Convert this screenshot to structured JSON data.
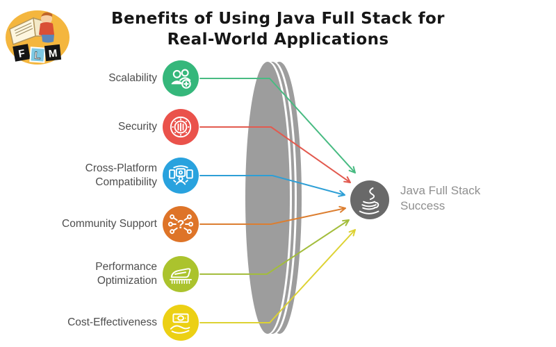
{
  "logo": {
    "name": "FLM reading-child logo",
    "letters": [
      "F",
      "L",
      "M"
    ],
    "circle_color": "#f4b63e"
  },
  "title": {
    "line1": "Benefits of Using Java Full Stack for",
    "line2": "Real-World Applications"
  },
  "benefits": [
    {
      "label": "Scalability",
      "icon": "add-users-icon",
      "circle_color": "#35b77b",
      "arrow_color": "#48bb82"
    },
    {
      "label": "Security",
      "icon": "secure-coin-icon",
      "circle_color": "#ea524b",
      "arrow_color": "#e25a4f"
    },
    {
      "label": "Cross-Platform Compatibility",
      "icon": "devices-icon",
      "circle_color": "#29a2de",
      "arrow_color": "#2d9fd6"
    },
    {
      "label": "Community Support",
      "icon": "question-network-icon",
      "circle_color": "#de7428",
      "arrow_color": "#dc7e30"
    },
    {
      "label": "Performance Optimization",
      "icon": "bullet-train-icon",
      "circle_color": "#abc32d",
      "arrow_color": "#a3bd3c"
    },
    {
      "label": "Cost-Effectiveness",
      "icon": "money-in-hand-icon",
      "circle_color": "#ecd014",
      "arrow_color": "#ddd233"
    }
  ],
  "result": {
    "line1": "Java Full Stack",
    "line2": "Success",
    "icon": "java-cup-icon",
    "circle_color": "#696969",
    "text_color": "#8f8f8f"
  },
  "lens_color": "#9d9d9d"
}
